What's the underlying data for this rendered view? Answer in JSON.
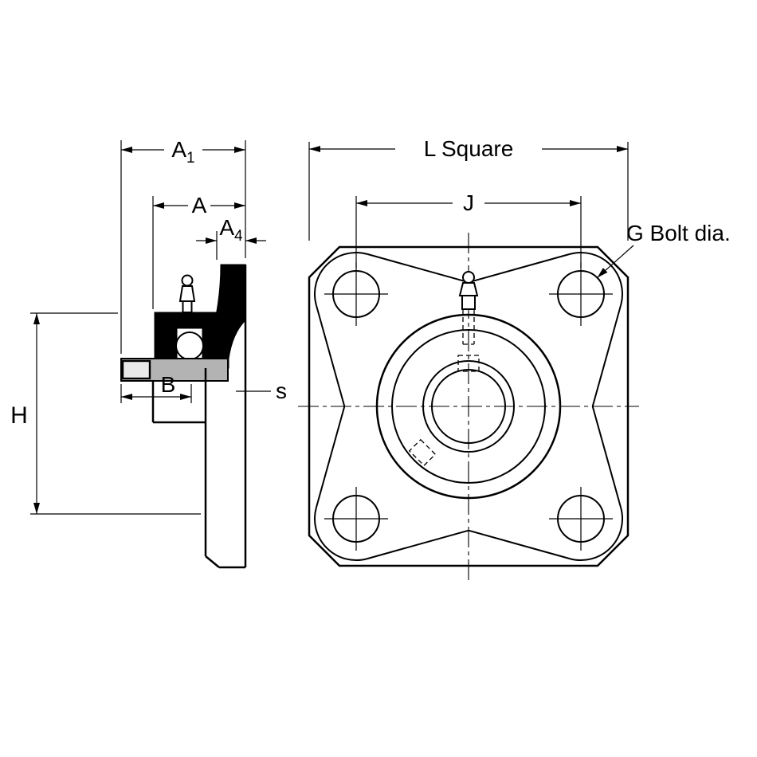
{
  "drawing": {
    "side_view": {
      "dim_a1": {
        "main": "A",
        "sub": "1"
      },
      "dim_a": "A",
      "dim_a4": {
        "main": "A",
        "sub": "4"
      },
      "dim_h": "H",
      "dim_b": "B",
      "dim_s": "s"
    },
    "front_view": {
      "dim_l": "L Square",
      "dim_j": "J",
      "label_g": "G Bolt dia."
    },
    "colors": {
      "line": "#000000",
      "background": "#ffffff",
      "section_fill": "#000000",
      "shaft_fill": "#b3b3b3"
    }
  }
}
